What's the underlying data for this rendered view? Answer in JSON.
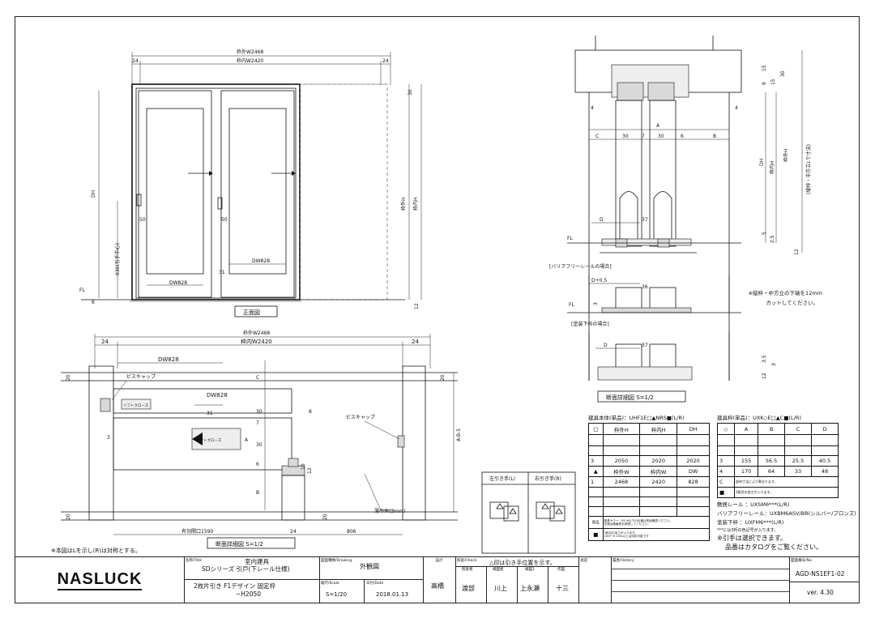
{
  "front_view": {
    "dim_outer_w": "枠外W2468",
    "dim_inner_w": "枠内W2420",
    "dim_24_left": "24",
    "dim_24_right": "24",
    "dim_30": "30",
    "dim_dh": "DH",
    "dim_outer_h": "枠外H",
    "dim_inner_h": "枠内H",
    "dim_50_a": "50",
    "dim_50_b": "50",
    "dim_31": "31",
    "dim_dw_a": "DW828",
    "dim_dw_b": "DW828",
    "dim_930": "930(引手中心)",
    "dim_fl": "FL",
    "dim_12": "12",
    "dim_6": "6",
    "caption": "正面図"
  },
  "plan_view": {
    "dim_outer_w": "枠外W2468",
    "dim_inner_w": "枠内W2420",
    "dim_24_left": "24",
    "dim_24_right": "24",
    "dim_dw_top": "DW828",
    "dim_dw_mid": "DW828",
    "bis_cap_left": "ビスキャップ",
    "bis_cap_right": "ビスキャップ",
    "soft_close_a": "ソフトクローズ",
    "soft_close_b": "ソフトクローズ",
    "dim_31": "31",
    "dim_8": "8",
    "dim_3": "3",
    "dim_20_a": "20",
    "dim_20_b": "20",
    "dim_20_c": "20",
    "dim_20_d": "20",
    "dim_c": "C",
    "dim_30_a": "30",
    "dim_7": "7",
    "dim_30_b": "30",
    "dim_6": "6",
    "dim_b": "B",
    "dim_a": "A",
    "dim_abs": "A-B-5",
    "dim_12": "12",
    "dim_10": "10",
    "opening": "有効開口1590",
    "dim_24_bottom": "24",
    "dim_806": "806",
    "thin_wood": "薄巾木(3mm)",
    "caption": "断面詳細図  S=1/2"
  },
  "note_left": "※本図はLを示し(R)は対称とする。",
  "section_view": {
    "dim_9": "9",
    "dim_15_a": "15",
    "dim_15_b": "15",
    "dim_30": "30",
    "dim_4_left": "4",
    "dim_4_right": "4",
    "dim_a": "A",
    "dim_c": "C",
    "dim_30_a": "30",
    "dim_7": "7",
    "dim_30_b": "30",
    "dim_6": "6",
    "dim_b": "B",
    "dim_dh": "DH",
    "dim_inner_h": "枠内H",
    "dim_outer_h": "枠外H",
    "dim_note_h": "(縦枠・中方立Lで寸法)",
    "dim_d": "D",
    "dim_37": "37",
    "dim_fl": "FL",
    "dim_5": "5",
    "dim_2_5": "2.5",
    "dim_12": "12",
    "barrier_title": "[バリアフリーレールの場合]",
    "dim_d05": "D+0.5",
    "dim_36": "36",
    "dim_3": "3",
    "dim_fl_b": "FL",
    "paint_title": "[塗装下枠の場合]",
    "dim_d_b": "D",
    "dim_37_b": "37",
    "dim_3_5": "3.5",
    "dim_3_b": "3",
    "dim_12_b": "12",
    "note_cut": "※縦枠・中方立の下端を12mm",
    "note_cut2": "カットしてください。",
    "caption": "断面詳細図  S=1/2"
  },
  "table1": {
    "title": "建具本体(単品)：UHF1E□▲NRS■(L/R)",
    "headers": [
      "□",
      "枠外H",
      "枠内H",
      "DH"
    ],
    "rows": [
      [
        "3",
        "2050",
        "2020",
        "2020"
      ],
      [
        "▲",
        "枠外W",
        "枠内W",
        "DW"
      ],
      [
        "1",
        "2468",
        "2420",
        "828"
      ]
    ],
    "rs_label": "RS",
    "rs_text": "建具カラー：RS ※以下の仕様は別途確認ください。",
    "rs_text2": "仕様は価格表を参照してください。",
    "sq_label": "■",
    "sq_text": "3枚目の加工が入ります。",
    "sq_text2": "10m² ※ 10m以上は対応可能です"
  },
  "table2": {
    "title": "建具枠(単品)：UXK◇E□▲C■(L/R)",
    "headers": [
      "◇",
      "A",
      "B",
      "C",
      "D"
    ],
    "rows": [
      [
        "3",
        "155",
        "56.5",
        "25.5",
        "40.5"
      ],
      [
        "4",
        "170",
        "64",
        "33",
        "48"
      ]
    ],
    "c_label": "C",
    "c_text": "部材寸法により異なります。",
    "sq_label": "■",
    "sq_text": "3枚目の加工が入ります。"
  },
  "rail_lines": [
    "敷居レール  ：UXSM6***(L/R)",
    "バリアフリーレール：UXBM6ASV/BR(シルバー/ブロンズ)",
    "塗装下枠  ：UXFM6***(L/R)",
    "***には3桁の色記号が入ります。",
    "※引手は選択できます。",
    "品番はカタログをご覧ください。"
  ],
  "handle_box": {
    "left_label": "左引き手(L)",
    "right_label": "右引き手(R)",
    "note": "△印は引き手位置を示す。"
  },
  "title_block": {
    "logo": "NASLUCK",
    "name_label": "名称/Title",
    "name_line1": "室内建具",
    "name_line2": "SDシリーズ 引戸(下レール仕様)",
    "name_line3": "2枚片引き F1デザイン 固定枠",
    "name_line4": "~H2050",
    "drawing_label": "図面種類/Drawing",
    "drawing_value": "外観図",
    "scale_label": "縮尺/Scale",
    "scale_value": "S=1/20",
    "date_label": "日付/Date",
    "date_value": "2018.01.13",
    "design_label": "設計",
    "designer": "高橋",
    "check_label": "照査/Check",
    "approver_label": "承認",
    "check_row_labels": [
      "照査者",
      "検図者",
      "検図1",
      "作図"
    ],
    "check_names": [
      "渡部",
      "川上",
      "上永瀬",
      "十三"
    ],
    "history_label": "履歴/History",
    "drawing_no_label": "図面番号/No.",
    "drawing_no": "AGD-NS1EF1-02",
    "version": "ver. 4.30"
  }
}
